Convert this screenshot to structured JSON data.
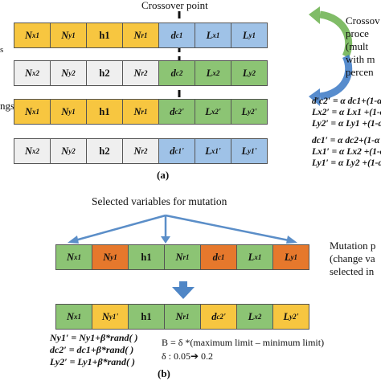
{
  "part_a": {
    "crossover_label": "Crossover point",
    "rows": [
      {
        "cells": [
          {
            "text": "N",
            "sub": "x1",
            "c": "y"
          },
          {
            "text": "N",
            "sub": "y1",
            "c": "y"
          },
          {
            "text": "h1",
            "sub": "",
            "c": "y"
          },
          {
            "text": "N",
            "sub": "r1",
            "c": "y"
          },
          {
            "text": "d",
            "sub": "c1",
            "c": "b"
          },
          {
            "text": "L",
            "sub": "x1",
            "c": "b"
          },
          {
            "text": "L",
            "sub": "y1",
            "c": "b"
          }
        ]
      },
      {
        "cells": [
          {
            "text": "N",
            "sub": "x2",
            "c": "w"
          },
          {
            "text": "N",
            "sub": "y2",
            "c": "w"
          },
          {
            "text": "h2",
            "sub": "",
            "c": "w"
          },
          {
            "text": "N",
            "sub": "r2",
            "c": "w"
          },
          {
            "text": "d",
            "sub": "c2",
            "c": "g"
          },
          {
            "text": "L",
            "sub": "x2",
            "c": "g"
          },
          {
            "text": "L",
            "sub": "y2",
            "c": "g"
          }
        ]
      },
      {
        "cells": [
          {
            "text": "N",
            "sub": "x1",
            "c": "y"
          },
          {
            "text": "N",
            "sub": "y1",
            "c": "y"
          },
          {
            "text": "h1",
            "sub": "",
            "c": "y"
          },
          {
            "text": "N",
            "sub": "r1",
            "c": "y"
          },
          {
            "text": "d",
            "sub": "c2",
            "sup": "'",
            "c": "g"
          },
          {
            "text": "L",
            "sub": "x2",
            "sup": "'",
            "c": "g"
          },
          {
            "text": "L",
            "sub": "y2",
            "sup": "'",
            "c": "g"
          }
        ]
      },
      {
        "cells": [
          {
            "text": "N",
            "sub": "x2",
            "c": "w"
          },
          {
            "text": "N",
            "sub": "y2",
            "c": "w"
          },
          {
            "text": "h2",
            "sub": "",
            "c": "w"
          },
          {
            "text": "N",
            "sub": "r2",
            "c": "w"
          },
          {
            "text": "d",
            "sub": "c1",
            "sup": "'",
            "c": "b"
          },
          {
            "text": "L",
            "sub": "x1",
            "sup": "'",
            "c": "b"
          },
          {
            "text": "L",
            "sub": "y1",
            "sup": "'",
            "c": "b"
          }
        ]
      }
    ],
    "side_text": [
      "Crossov",
      "proce",
      "(mult",
      "with m",
      "percen"
    ],
    "left_fragment_1": "s",
    "left_fragment_2": "ngs",
    "equations_1": [
      "d′c2′ = α dc1+(1-α",
      "Lx2′ = α Lx1 +(1-α",
      "Ly2′ = α Ly1 +(1-α"
    ],
    "equations_2": [
      "dc1′ = α dc2+(1-α",
      "Lx1′ = α Lx2 +(1-α",
      "Ly1′ = α Ly2 +(1-α"
    ],
    "label": "(a)"
  },
  "part_b": {
    "selected_label": "Selected variables for mutation",
    "rows": [
      {
        "cells": [
          {
            "text": "N",
            "sub": "x1",
            "c": "g"
          },
          {
            "text": "N",
            "sub": "y1",
            "c": "o"
          },
          {
            "text": "h1",
            "sub": "",
            "c": "g"
          },
          {
            "text": "N",
            "sub": "r1",
            "c": "g"
          },
          {
            "text": "d",
            "sub": "c1",
            "c": "o"
          },
          {
            "text": "L",
            "sub": "x1",
            "c": "g"
          },
          {
            "text": "L",
            "sub": "y1",
            "c": "o"
          }
        ]
      },
      {
        "cells": [
          {
            "text": "N",
            "sub": "x1",
            "c": "g"
          },
          {
            "text": "N",
            "sub": "y1",
            "sup": "'",
            "c": "y"
          },
          {
            "text": "h1",
            "sub": "",
            "c": "g"
          },
          {
            "text": "N",
            "sub": "r1",
            "c": "g"
          },
          {
            "text": "d",
            "sub": "c2",
            "sup": "'",
            "c": "y"
          },
          {
            "text": "L",
            "sub": "x2",
            "c": "g"
          },
          {
            "text": "L",
            "sub": "y2",
            "sup": "'",
            "c": "y"
          }
        ]
      }
    ],
    "side_text": [
      "Mutation p",
      "(change va",
      "selected in"
    ],
    "equations": [
      "Ny1′ = Ny1+β*rand( )",
      "dc2′ = dc1+β*rand( )",
      "Ly2′ = Ly1+β*rand( )"
    ],
    "formula_b": "B = δ *(maximum limit – minimum limit)",
    "formula_delta": "δ : 0.05➔ 0.2",
    "label": "(b)"
  }
}
